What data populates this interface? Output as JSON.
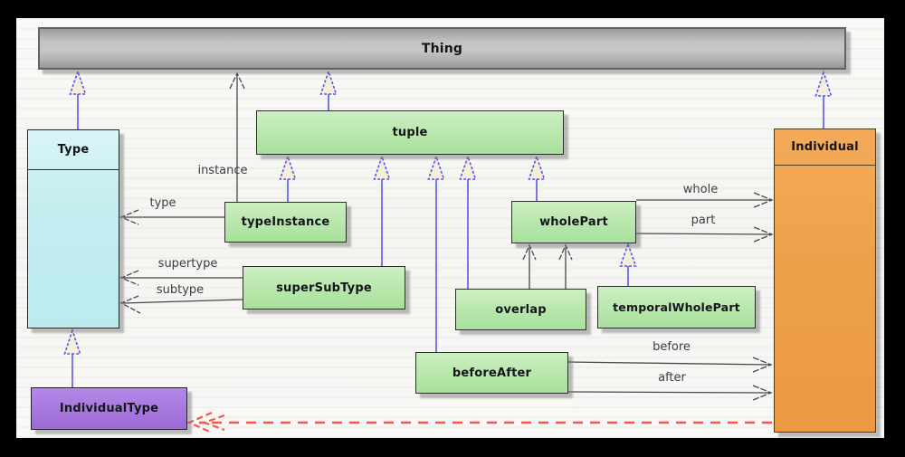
{
  "diagram": {
    "nodes": {
      "thing": {
        "label": "Thing"
      },
      "type": {
        "label": "Type"
      },
      "tuple": {
        "label": "tuple"
      },
      "individual": {
        "label": "Individual"
      },
      "type_instance": {
        "label": "typeInstance"
      },
      "super_sub_type": {
        "label": "superSubType"
      },
      "whole_part": {
        "label": "wholePart"
      },
      "overlap": {
        "label": "overlap"
      },
      "temporal_whole_part": {
        "label": "temporalWholePart"
      },
      "before_after": {
        "label": "beforeAfter"
      },
      "individual_type": {
        "label": "IndividualType"
      }
    },
    "edge_labels": {
      "instance": "instance",
      "type": "type",
      "supertype": "supertype",
      "subtype": "subtype",
      "whole": "whole",
      "part": "part",
      "before": "before",
      "after": "after"
    },
    "colors": {
      "thing_fill": "#b5b5b5",
      "type_fill": "#c4edf0",
      "green_fill": "#b7e7ab",
      "individual_fill": "#eea04b",
      "individual_type_fill": "#a679de",
      "generalization_blue": "#5a55e8",
      "triangle_cream": "#f6eddb",
      "association_gray": "#48484c",
      "dependency_red": "#f2564d"
    }
  }
}
